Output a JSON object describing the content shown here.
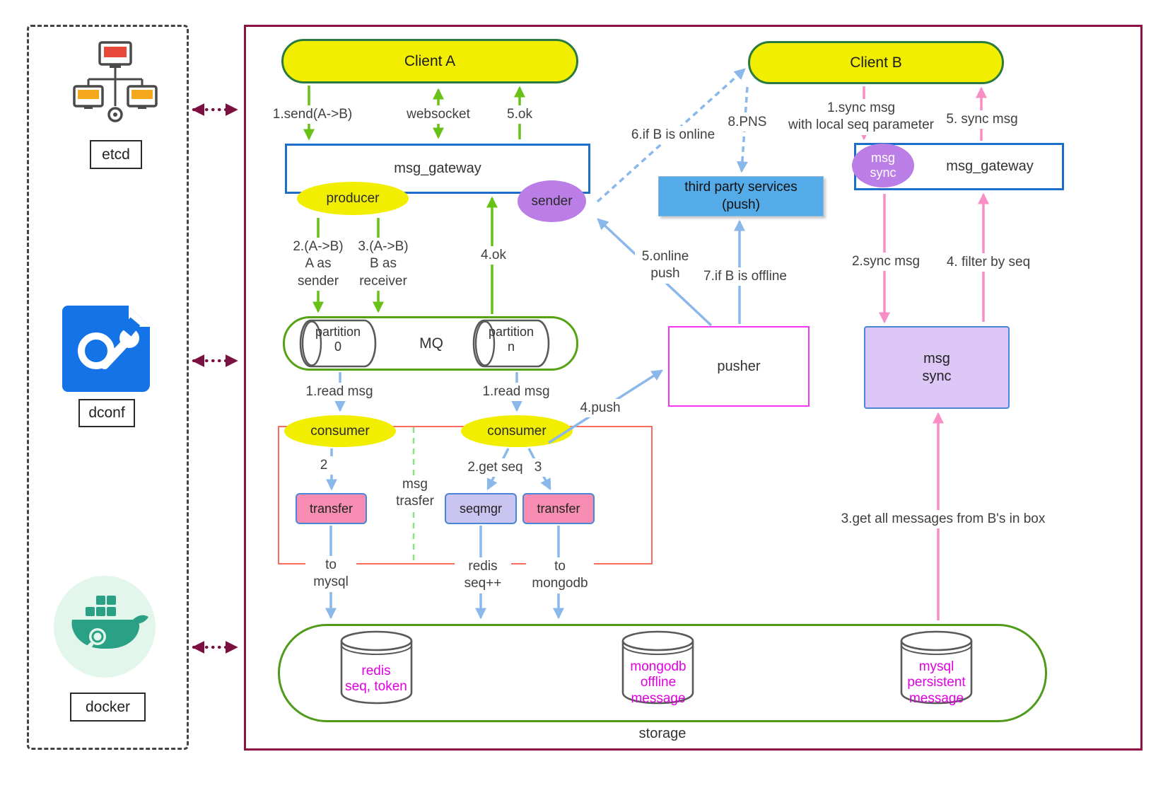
{
  "left_panel": {
    "etcd_label": "etcd",
    "dconf_label": "dconf",
    "docker_label": "docker"
  },
  "nodes": {
    "client_a": "Client A",
    "client_b": "Client B",
    "gateway_left": "msg_gateway",
    "gateway_right": "msg_gateway",
    "producer": "producer",
    "sender": "sender",
    "mq": "MQ",
    "partition_0": "partition\n0",
    "partition_n": "partition\nn",
    "consumer_left": "consumer",
    "consumer_right": "consumer",
    "transfer_left": "transfer",
    "seqmgr": "seqmgr",
    "transfer_right": "transfer",
    "pusher": "pusher",
    "third_party": "third party services\n(push)",
    "msg_sync_ellipse": "msg\nsync",
    "msg_sync_box": "msg\nsync",
    "storage": "storage",
    "redis_db": "redis\nseq, token",
    "mongodb_db": "mongodb\noffline\nmessage",
    "mysql_db": "mysql\npersistent\nmessage"
  },
  "edge_labels": {
    "send_ab": "1.send(A->B)",
    "websocket": "websocket",
    "ok_5": "5.ok",
    "a_as_sender": "2.(A->B)\nA as\nsender",
    "b_as_receiver": "3.(A->B)\nB as\nreceiver",
    "ok_4": "4.ok",
    "read_msg_left": "1.read msg",
    "read_msg_right": "1.read msg",
    "step_2": "2",
    "get_seq": "2.get seq",
    "step_3": "3",
    "msg_trasfer": "msg\ntrasfer",
    "to_mysql": "to\nmysql",
    "redis_seq_inc": "redis\nseq++",
    "to_mongodb": "to\nmongodb",
    "push_4": "4.push",
    "online_push_5": "5.online\npush",
    "if_b_offline_7": "7.if B is offline",
    "if_b_online_6": "6.if B is online",
    "pns_8": "8.PNS",
    "sync_msg_1": "1.sync msg\nwith local seq parameter",
    "sync_msg_5": "5. sync msg",
    "sync_msg_2": "2.sync msg",
    "filter_by_seq_4": "4. filter by seq",
    "get_all_messages_3": "3.get all messages from B's in box"
  },
  "colors": {
    "node_yellow": "#f1ee00",
    "client_green_border": "#2b7a3f",
    "green_arrow": "#67c117",
    "blue_border": "#1d6ec9",
    "blue_arrow": "#8ab8ea",
    "pink_arrow": "#f98dc6",
    "purple_fill": "#bb7ee6",
    "lavender_fill": "#dcc7f7",
    "pink_fill": "#f78db3",
    "magenta_border": "#f536f5",
    "red_frame": "#f96b5c",
    "maroon_frame": "#8c1243",
    "service_blue": "#55aae8",
    "db_text_magenta": "#e100e1"
  }
}
